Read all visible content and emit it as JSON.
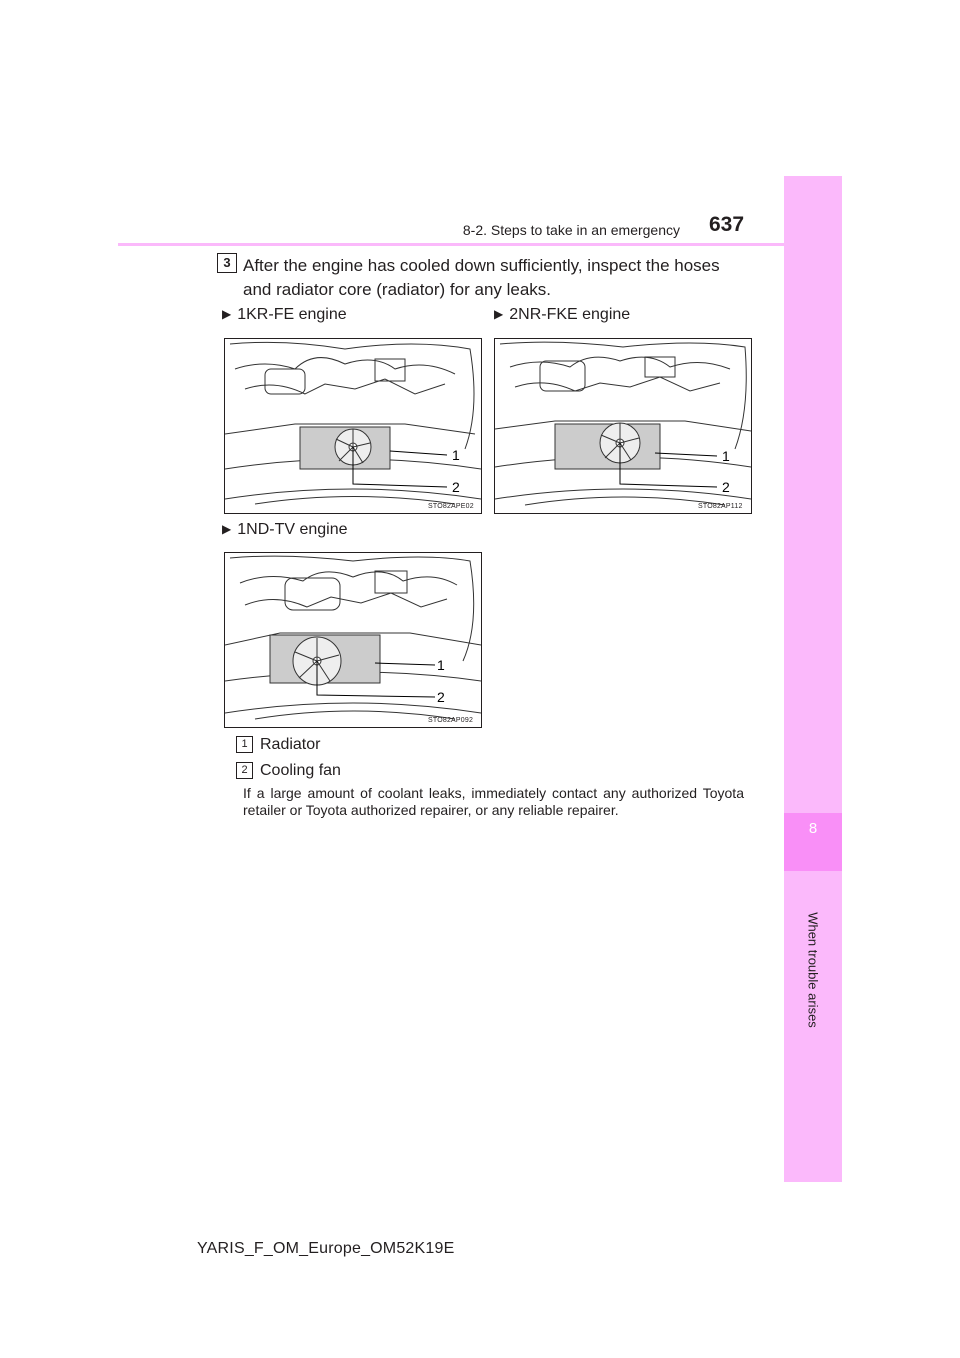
{
  "header": {
    "section_title": "8-2. Steps to take in an emergency",
    "page_number": "637"
  },
  "side_tab": {
    "chapter_number": "8",
    "chapter_title": "When trouble arises"
  },
  "step": {
    "number": "3",
    "text": "After the engine has cooled down sufficiently, inspect the hoses and radiator core (radiator) for any leaks."
  },
  "illustrations": [
    {
      "label": "1KR-FE engine",
      "code": "STO82APE02",
      "callout_1": "1",
      "callout_2": "2"
    },
    {
      "label": "2NR-FKE engine",
      "code": "STO82AP112",
      "callout_1": "1",
      "callout_2": "2"
    },
    {
      "label": "1ND-TV engine",
      "code": "STO82AP092",
      "callout_1": "1",
      "callout_2": "2"
    }
  ],
  "legend": [
    {
      "number": "1",
      "text": "Radiator"
    },
    {
      "number": "2",
      "text": "Cooling fan"
    }
  ],
  "note": "If a large amount of coolant leaks, immediately contact any authorized Toyota retailer or Toyota authorized repairer, or any reliable repairer.",
  "footer": "YARIS_F_OM_Europe_OM52K19E"
}
